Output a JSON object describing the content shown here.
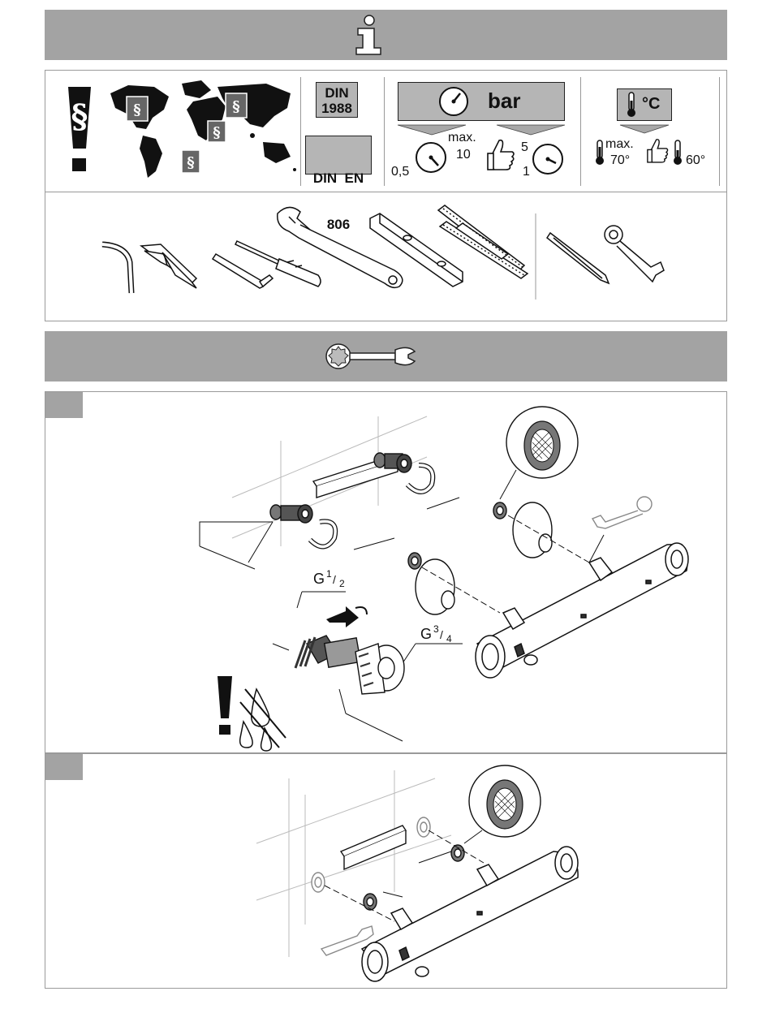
{
  "header_info": {
    "icon": "info-icon"
  },
  "requirements": {
    "legal_icon": "paragraph-warning-icon",
    "map_icon": "world-map-books-icon",
    "standards": [
      {
        "line1": "DIN",
        "line2": "1988"
      },
      {
        "line1": "DIN  EN",
        "line2": "806"
      }
    ],
    "pressure": {
      "unit": "bar",
      "max_label": "max.",
      "max_value": "10",
      "min_value": "0,5",
      "rec_high": "5",
      "rec_low": "1"
    },
    "temperature": {
      "unit": "°C",
      "max_label": "max.",
      "max_value": "70°",
      "rec_value": "60°"
    }
  },
  "tools": {
    "items": [
      "hex-key-icon",
      "pliers-icon",
      "allen-key-icon",
      "screwdriver-icon",
      "adjustable-wrench-icon",
      "spirit-level-icon",
      "folding-rule-icon",
      "pencil-icon",
      "open-end-wrench-icon"
    ]
  },
  "header_install": {
    "icon": "wrench-icon"
  },
  "step1": {
    "thread_half_base": "G",
    "thread_half_num": "1",
    "thread_half_den": "2",
    "thread_three_quarter_base": "G",
    "thread_three_quarter_num": "3",
    "thread_three_quarter_den": "4"
  },
  "step2": {}
}
